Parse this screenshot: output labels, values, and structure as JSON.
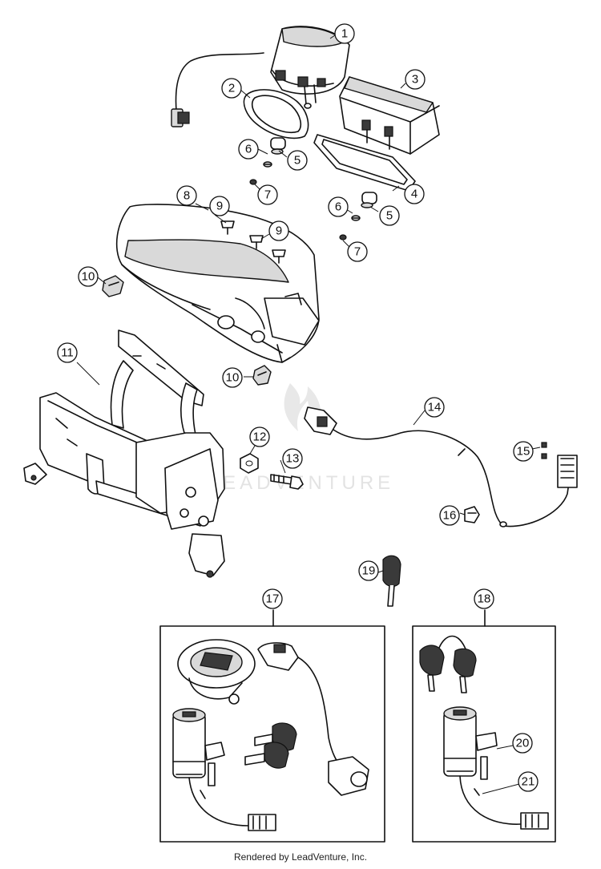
{
  "callouts": [
    "1",
    "2",
    "3",
    "4",
    "5",
    "5",
    "6",
    "6",
    "7",
    "7",
    "8",
    "9",
    "9",
    "10",
    "10",
    "11",
    "12",
    "13",
    "14",
    "15",
    "16",
    "17",
    "18",
    "19",
    "20",
    "21"
  ],
  "watermark": "LEADVENTURE",
  "footer": "Rendered by LeadVenture, Inc."
}
